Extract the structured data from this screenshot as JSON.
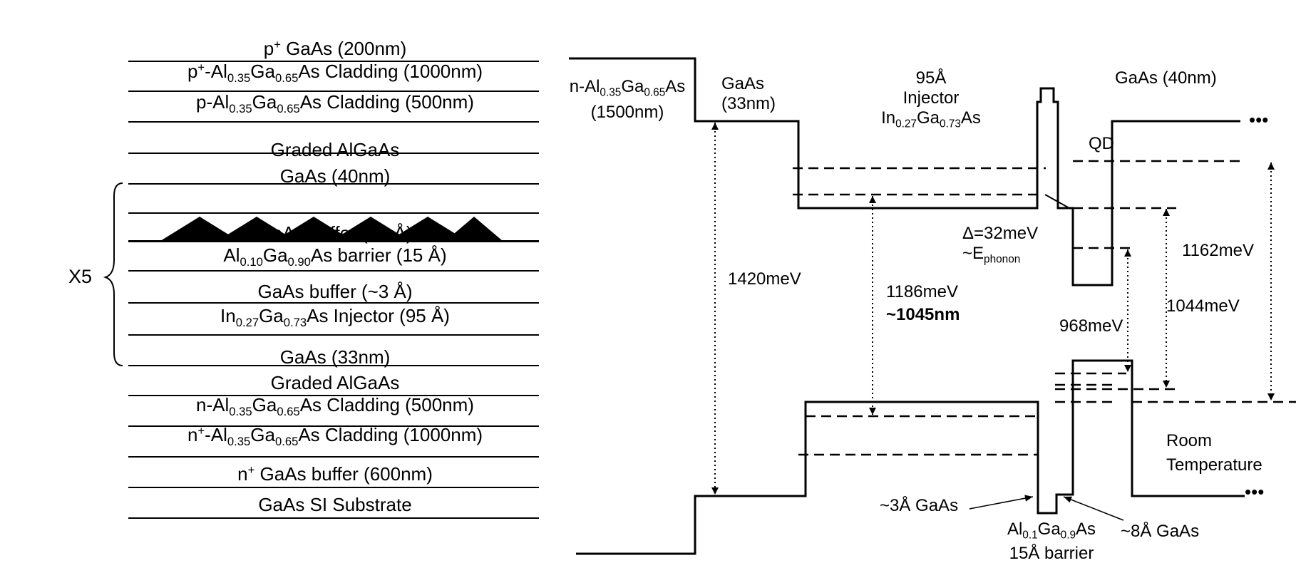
{
  "stack": {
    "repeat_label": "X5",
    "layers": [
      {
        "parts": [
          [
            "t",
            "p"
          ],
          [
            "sup",
            "+"
          ],
          [
            "t",
            " GaAs (200nm)"
          ]
        ]
      },
      {
        "parts": [
          [
            "t",
            "p"
          ],
          [
            "sup",
            "+"
          ],
          [
            "t",
            "-Al"
          ],
          [
            "sub",
            "0.35"
          ],
          [
            "t",
            "Ga"
          ],
          [
            "sub",
            "0.65"
          ],
          [
            "t",
            "As Cladding (1000nm)"
          ]
        ]
      },
      {
        "parts": [
          [
            "t",
            "p-Al"
          ],
          [
            "sub",
            "0.35"
          ],
          [
            "t",
            "Ga"
          ],
          [
            "sub",
            "0.65"
          ],
          [
            "t",
            "As Cladding (500nm)"
          ]
        ]
      },
      {
        "parts": [
          [
            "t",
            "Graded AlGaAs"
          ]
        ]
      },
      {
        "parts": [
          [
            "t",
            "GaAs (40nm)"
          ]
        ]
      },
      {
        "parts": [
          [
            "t",
            "GaAs buffer (~8 Å)"
          ]
        ]
      },
      {
        "parts": [
          [
            "t",
            "Al"
          ],
          [
            "sub",
            "0.10"
          ],
          [
            "t",
            "Ga"
          ],
          [
            "sub",
            "0.90"
          ],
          [
            "t",
            "As barrier (15 Å)"
          ]
        ]
      },
      {
        "parts": [
          [
            "t",
            "GaAs buffer (~3 Å)"
          ]
        ]
      },
      {
        "parts": [
          [
            "t",
            "In"
          ],
          [
            "sub",
            "0.27"
          ],
          [
            "t",
            "Ga"
          ],
          [
            "sub",
            "0.73"
          ],
          [
            "t",
            "As Injector (95 Å)"
          ]
        ]
      },
      {
        "parts": [
          [
            "t",
            "GaAs (33nm)"
          ]
        ]
      },
      {
        "parts": [
          [
            "t",
            "Graded AlGaAs"
          ]
        ]
      },
      {
        "parts": [
          [
            "t",
            "n-Al"
          ],
          [
            "sub",
            "0.35"
          ],
          [
            "t",
            "Ga"
          ],
          [
            "sub",
            "0.65"
          ],
          [
            "t",
            "As Cladding (500nm)"
          ]
        ]
      },
      {
        "parts": [
          [
            "t",
            "n"
          ],
          [
            "sup",
            "+"
          ],
          [
            "t",
            "-Al"
          ],
          [
            "sub",
            "0.35"
          ],
          [
            "t",
            "Ga"
          ],
          [
            "sub",
            "0.65"
          ],
          [
            "t",
            "As Cladding (1000nm)"
          ]
        ]
      },
      {
        "parts": [
          [
            "t",
            "n"
          ],
          [
            "sup",
            "+"
          ],
          [
            "t",
            " GaAs buffer (600nm)"
          ]
        ]
      },
      {
        "parts": [
          [
            "t",
            "GaAs SI Substrate"
          ]
        ]
      }
    ]
  },
  "band": {
    "labels": [
      {
        "id": "nalgaas-label",
        "lines": [
          [
            [
              "t",
              "n-Al"
            ],
            [
              "sub",
              "0.35"
            ],
            [
              "t",
              "Ga"
            ],
            [
              "sub",
              "0.65"
            ],
            [
              "t",
              "As"
            ]
          ],
          [
            [
              "t",
              "(1500nm)"
            ]
          ]
        ]
      },
      {
        "id": "gaas-33-label",
        "lines": [
          [
            [
              "t",
              "GaAs"
            ]
          ],
          [
            [
              "t",
              "(33nm)"
            ]
          ]
        ]
      },
      {
        "id": "injector-label",
        "lines": [
          [
            [
              "t",
              "95Å"
            ]
          ],
          [
            [
              "t",
              "Injector"
            ]
          ],
          [
            [
              "t",
              "In"
            ],
            [
              "sub",
              "0.27"
            ],
            [
              "t",
              "Ga"
            ],
            [
              "sub",
              "0.73"
            ],
            [
              "t",
              "As"
            ]
          ]
        ]
      },
      {
        "id": "gaas-40-label",
        "lines": [
          [
            [
              "t",
              "GaAs (40nm)"
            ]
          ]
        ]
      },
      {
        "id": "qd-label",
        "lines": [
          [
            [
              "t",
              "QD"
            ]
          ]
        ]
      },
      {
        "id": "delta-label",
        "lines": [
          [
            [
              "t",
              "Δ=32meV"
            ]
          ],
          [
            [
              "t",
              "~E"
            ],
            [
              "sub",
              "phonon"
            ]
          ]
        ]
      },
      {
        "id": "e1420-label",
        "lines": [
          [
            [
              "t",
              "1420meV"
            ]
          ]
        ]
      },
      {
        "id": "e1186-label",
        "lines": [
          [
            [
              "t",
              "1186meV"
            ]
          ]
        ]
      },
      {
        "id": "wavelength-label",
        "lines": [
          [
            [
              "t",
              "~1045nm"
            ]
          ]
        ]
      },
      {
        "id": "e1162-label",
        "lines": [
          [
            [
              "t",
              "1162meV"
            ]
          ]
        ]
      },
      {
        "id": "e1044-label",
        "lines": [
          [
            [
              "t",
              "1044meV"
            ]
          ]
        ]
      },
      {
        "id": "e968-label",
        "lines": [
          [
            [
              "t",
              "968meV"
            ]
          ]
        ]
      },
      {
        "id": "room-temp-label",
        "lines": [
          [
            [
              "t",
              "Room"
            ]
          ],
          [
            [
              "t",
              "Temperature"
            ]
          ]
        ]
      },
      {
        "id": "gaas-3a-label",
        "lines": [
          [
            [
              "t",
              "~3Å GaAs"
            ]
          ]
        ]
      },
      {
        "id": "gaas-8a-label",
        "lines": [
          [
            [
              "t",
              "~8Å GaAs"
            ]
          ]
        ]
      },
      {
        "id": "barrier-label",
        "lines": [
          [
            [
              "t",
              "Al"
            ],
            [
              "sub",
              "0.1"
            ],
            [
              "t",
              "Ga"
            ],
            [
              "sub",
              "0.9"
            ],
            [
              "t",
              "As"
            ]
          ],
          [
            [
              "t",
              "15Å barrier"
            ]
          ]
        ]
      }
    ],
    "continuation_mark": "•••"
  }
}
